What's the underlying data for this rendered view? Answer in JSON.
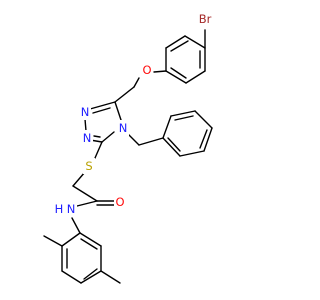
{
  "molecule": {
    "colors": {
      "bond": "#000000",
      "carbon": "#000000",
      "nitrogen": "#2020ff",
      "oxygen": "#ff0d0d",
      "sulfur": "#b8a100",
      "bromine": "#a52a2a"
    },
    "atoms": [
      {
        "id": "Br",
        "label": "Br",
        "element": "bromine"
      },
      {
        "id": "O1",
        "label": "O",
        "element": "oxygen"
      },
      {
        "id": "N1",
        "label": "N",
        "element": "nitrogen"
      },
      {
        "id": "N2",
        "label": "N",
        "element": "nitrogen"
      },
      {
        "id": "N4",
        "label": "N",
        "element": "nitrogen"
      },
      {
        "id": "S",
        "label": "S",
        "element": "sulfur"
      },
      {
        "id": "O2",
        "label": "O",
        "element": "oxygen"
      },
      {
        "id": "NH",
        "label": "N",
        "element": "nitrogen"
      },
      {
        "id": "H",
        "label": "H",
        "element": "nitrogen"
      }
    ]
  }
}
